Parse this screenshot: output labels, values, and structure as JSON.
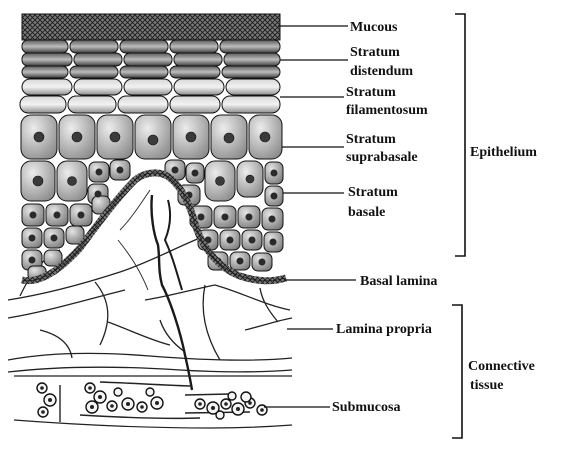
{
  "labels": {
    "mucous": "Mucous",
    "distendum_1": "Stratum",
    "distendum_2": "distendum",
    "filamentosum_1": "Stratum",
    "filamentosum_2": "filamentosum",
    "suprabasale_1": "Stratum",
    "suprabasale_2": "suprabasale",
    "basale_1": "Stratum",
    "basale_2": "basale",
    "basal_lamina": "Basal lamina",
    "lamina_propria": "Lamina propria",
    "submucosa": "Submucosa",
    "epithelium": "Epithelium",
    "connective_1": "Connective",
    "connective_2": "tissue"
  }
}
